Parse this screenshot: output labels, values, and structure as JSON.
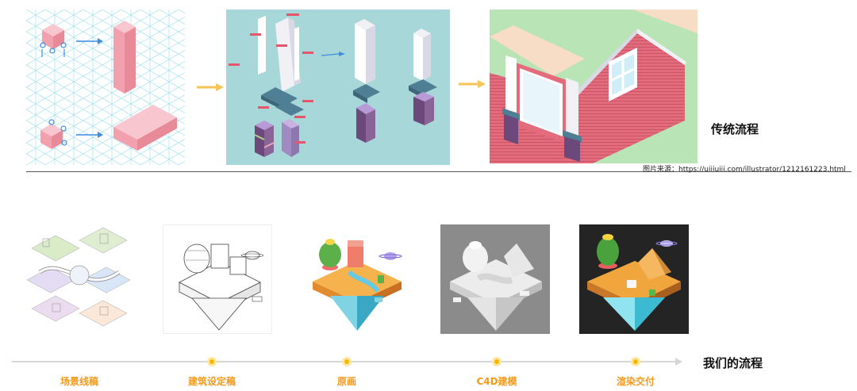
{
  "traditional": {
    "title": "传统流程",
    "source": "图片来源：https://uiiiuiii.com/illustrator/1212161223.html"
  },
  "ours": {
    "title": "我们的流程",
    "steps": [
      {
        "label": "场景线稿"
      },
      {
        "label": "建筑设定稿"
      },
      {
        "label": "原画"
      },
      {
        "label": "C4D建模"
      },
      {
        "label": "渲染交付"
      }
    ]
  },
  "colors": {
    "accent": "#f29a1d",
    "dot": "#f5b800",
    "arrow_yellow": "#f7c65a",
    "arrow_blue": "#3f8ce0",
    "panel_teal": "#a8d7d9",
    "panel_green": "#b8e4b6",
    "wall_red": "#e06a7a"
  },
  "icons": [
    "arrow-right-icon",
    "timeline-dot-icon"
  ]
}
